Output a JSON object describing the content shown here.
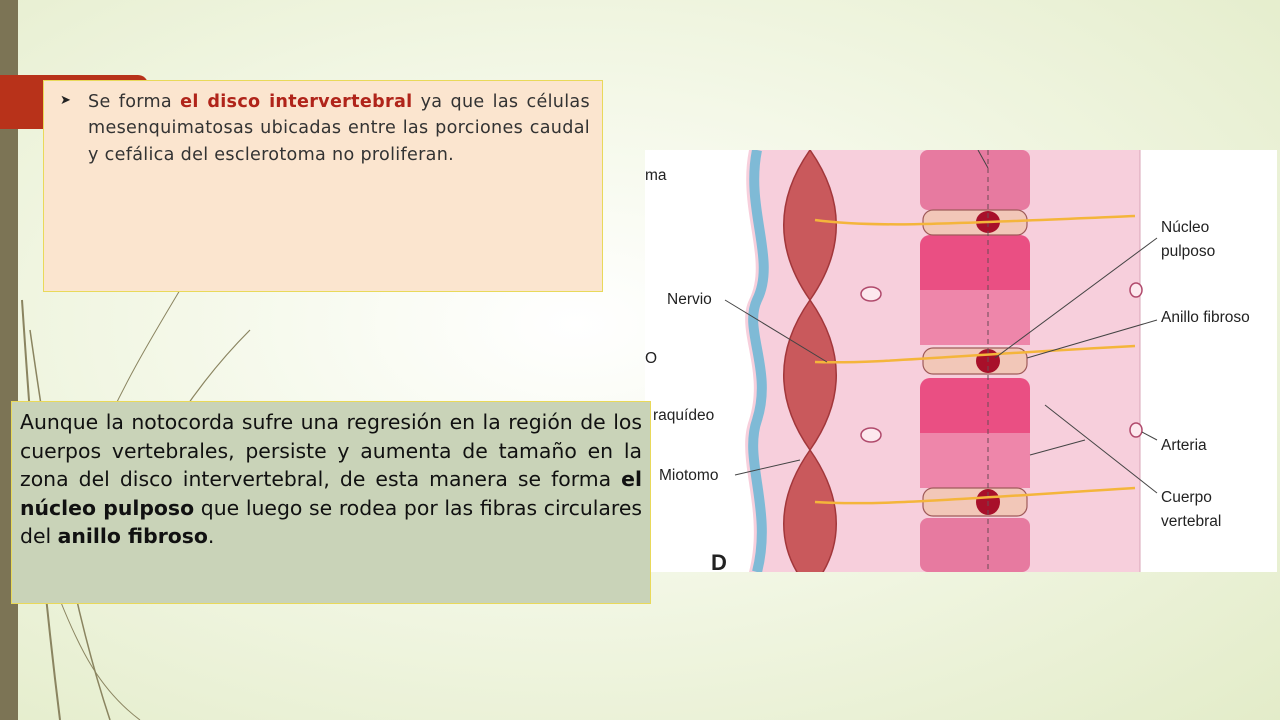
{
  "slide": {
    "top_box": {
      "bullet_icon": "arrow-bullet-icon",
      "text_before": "Se forma ",
      "highlight": "el disco intervertebral",
      "text_after": " ya que las células mesenquimatosas ubicadas entre las porciones caudal y cefálica del esclerotoma no proliferan.",
      "highlight_color": "#b0241a"
    },
    "bottom_box": {
      "text_1": "Aunque la notocorda sufre una regresión en la región de los cuerpos vertebrales, persiste y aumenta de tamaño en la zona del disco intervertebral, de esta manera se forma ",
      "bold_1": "el núcleo pulposo",
      "text_2": " que luego se rodea por las fibras circulares del ",
      "bold_2": "anillo fibroso",
      "text_3": "."
    },
    "figure": {
      "left_labels": [
        "ma",
        "Nervio",
        "O",
        "raquídeo",
        "Miotomo"
      ],
      "right_labels": {
        "nucleo_line1": "Núcleo",
        "nucleo_line2": "pulposo",
        "anillo": "Anillo fibroso",
        "arteria": "Arteria",
        "cuerpo_line1": "Cuerpo",
        "cuerpo_line2": "vertebral"
      },
      "panel_letter": "D"
    },
    "colors": {
      "accent": "#b8321a",
      "top_box_bg": "#fbe5cf",
      "bottom_box_bg": "#c9d3b8",
      "border": "#e9d95a"
    }
  }
}
